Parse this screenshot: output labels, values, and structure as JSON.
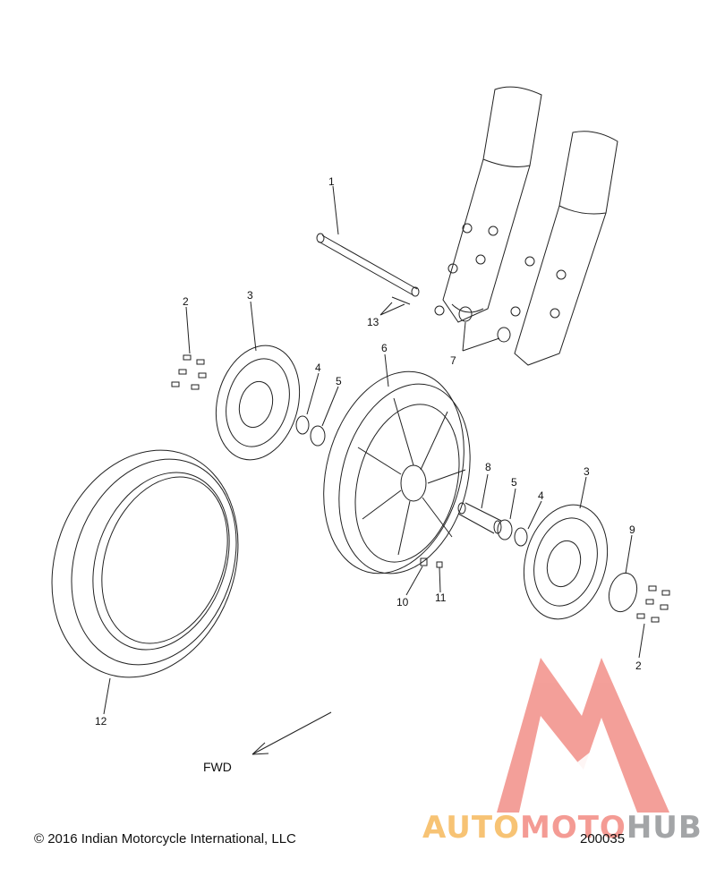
{
  "diagram": {
    "callouts": [
      {
        "id": "c1",
        "label": "1"
      },
      {
        "id": "c2a",
        "label": "2"
      },
      {
        "id": "c2b",
        "label": "2"
      },
      {
        "id": "c3a",
        "label": "3"
      },
      {
        "id": "c3b",
        "label": "3"
      },
      {
        "id": "c4a",
        "label": "4"
      },
      {
        "id": "c4b",
        "label": "4"
      },
      {
        "id": "c5a",
        "label": "5"
      },
      {
        "id": "c5b",
        "label": "5"
      },
      {
        "id": "c6",
        "label": "6"
      },
      {
        "id": "c7",
        "label": "7"
      },
      {
        "id": "c8",
        "label": "8"
      },
      {
        "id": "c9",
        "label": "9"
      },
      {
        "id": "c10",
        "label": "10"
      },
      {
        "id": "c11",
        "label": "11"
      },
      {
        "id": "c12",
        "label": "12"
      },
      {
        "id": "c13",
        "label": "13"
      }
    ],
    "direction_label": "FWD"
  },
  "footer": {
    "copyright": "© 2016 Indian Motorcycle International, LLC",
    "doc_number": "200035"
  },
  "watermark": {
    "word_part1": "AUTO",
    "word_part2": "MOTO",
    "word_part3": "HUB",
    "colors": {
      "logo": "#f08078",
      "auto": "#f6b552",
      "moto": "#f2837a",
      "hub": "#8d8f92"
    }
  }
}
